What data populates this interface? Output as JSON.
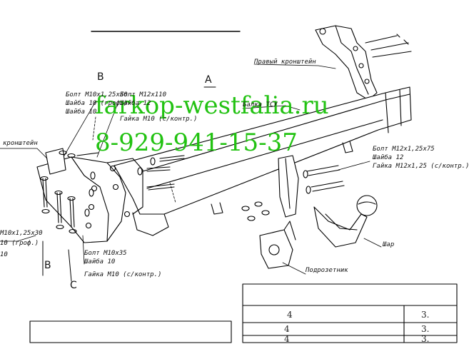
{
  "watermark": {
    "site": "farkop-westfalia.ru",
    "phone": "8-929-941-15-37",
    "color": "#22c212"
  },
  "view_marks": {
    "a": "A",
    "b": "B",
    "b_lower": "B",
    "c": "C"
  },
  "labels": {
    "right_bracket": "Правый кронштейн",
    "beam": "Балка ТСУ",
    "bolt_m10x125x30": "Болт М10х1,25х30",
    "washer_10_grover": "Шайба 10 (гроф.)",
    "washer_10_a": "Шайба 10",
    "bolt_m12x110": "Болт М12х110",
    "washer_12": "Шайба 12",
    "nut_m10_kontr": "Гайка М10 (с/контр.)",
    "left_bracket_partial": "кронштейн",
    "bolt_m12x125x75": "Болт М12х1,25х75",
    "washer_12_b": "Шайба 12",
    "nut_m12x125_kontr": "Гайка М12х1,25 (с/контр.)",
    "ball": "Шар",
    "socket_plate": "Подрозетник",
    "bolt_m10x35": "Болт М10х35",
    "washer_10_b": "Шайба 10",
    "nut_m10_kontr_b": "Гайка М10 (с/контр.)",
    "left_partial_1": "М10х1,25х30",
    "left_partial_2": "10 (гроф.)",
    "left_partial_3": "10"
  },
  "table": {
    "rows": [
      {
        "col1": "4",
        "col2": "3."
      },
      {
        "col1": "4",
        "col2": "3."
      },
      {
        "col1": "4",
        "col2": "3."
      }
    ]
  }
}
